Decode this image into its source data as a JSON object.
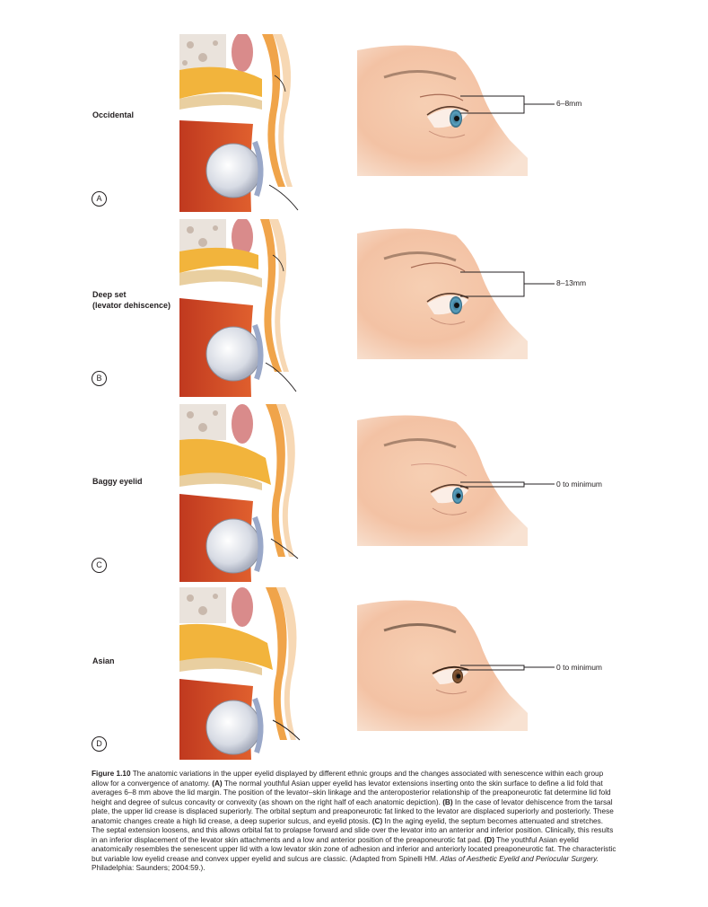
{
  "panels": [
    {
      "letter": "A",
      "label_lines": [
        "Occidental"
      ],
      "measure": "6–8mm"
    },
    {
      "letter": "B",
      "label_lines": [
        "Deep set",
        "(levator dehiscence)"
      ],
      "measure": "8–13mm"
    },
    {
      "letter": "C",
      "label_lines": [
        "Baggy eyelid"
      ],
      "measure": "0 to minimum"
    },
    {
      "letter": "D",
      "label_lines": [
        "Asian"
      ],
      "measure": "0 to minimum"
    }
  ],
  "caption": {
    "figure_label": "Figure 1.10",
    "intro": " The anatomic variations in the upper eyelid displayed by different ethnic groups and the changes associated with senescence within each group allow for a convergence of anatomy. ",
    "a_label": "(A)",
    "a_text": " The normal youthful Asian upper eyelid has levator extensions inserting onto the skin surface to define a lid fold that averages 6–8 mm above the lid margin. The position of the levator–skin linkage and the anteroposterior relationship of the preaponeurotic fat determine lid fold height and degree of sulcus concavity or convexity (as shown on the right half of each anatomic depiction). ",
    "b_label": "(B)",
    "b_text": " In the case of levator dehiscence from the tarsal plate, the upper lid crease is displaced superiorly. The orbital septum and preaponeurotic fat linked to the levator are displaced superiorly and posteriorly. These anatomic changes create a high lid crease, a deep superior sulcus, and eyelid ptosis. ",
    "c_label": "(C)",
    "c_text": " In the aging eyelid, the septum becomes attenuated and stretches. The septal extension loosens, and this allows orbital fat to prolapse forward and slide over the levator into an anterior and inferior position. Clinically, this results in an inferior displacement of the levator skin attachments and a low and anterior position of the preaponeurotic fat pad. ",
    "d_label": "(D)",
    "d_text": " The youthful Asian eyelid anatomically resembles the senescent upper lid with a low levator skin zone of adhesion and inferior and anteriorly located preaponeurotic fat. The characteristic but variable low eyelid crease and convex upper eyelid and sulcus are classic. (Adapted from Spinelli HM. ",
    "source_italic": "Atlas of Aesthetic Eyelid and Periocular Surgery.",
    "source_end": " Philadelphia: Saunders; 2004:59.)."
  }
}
